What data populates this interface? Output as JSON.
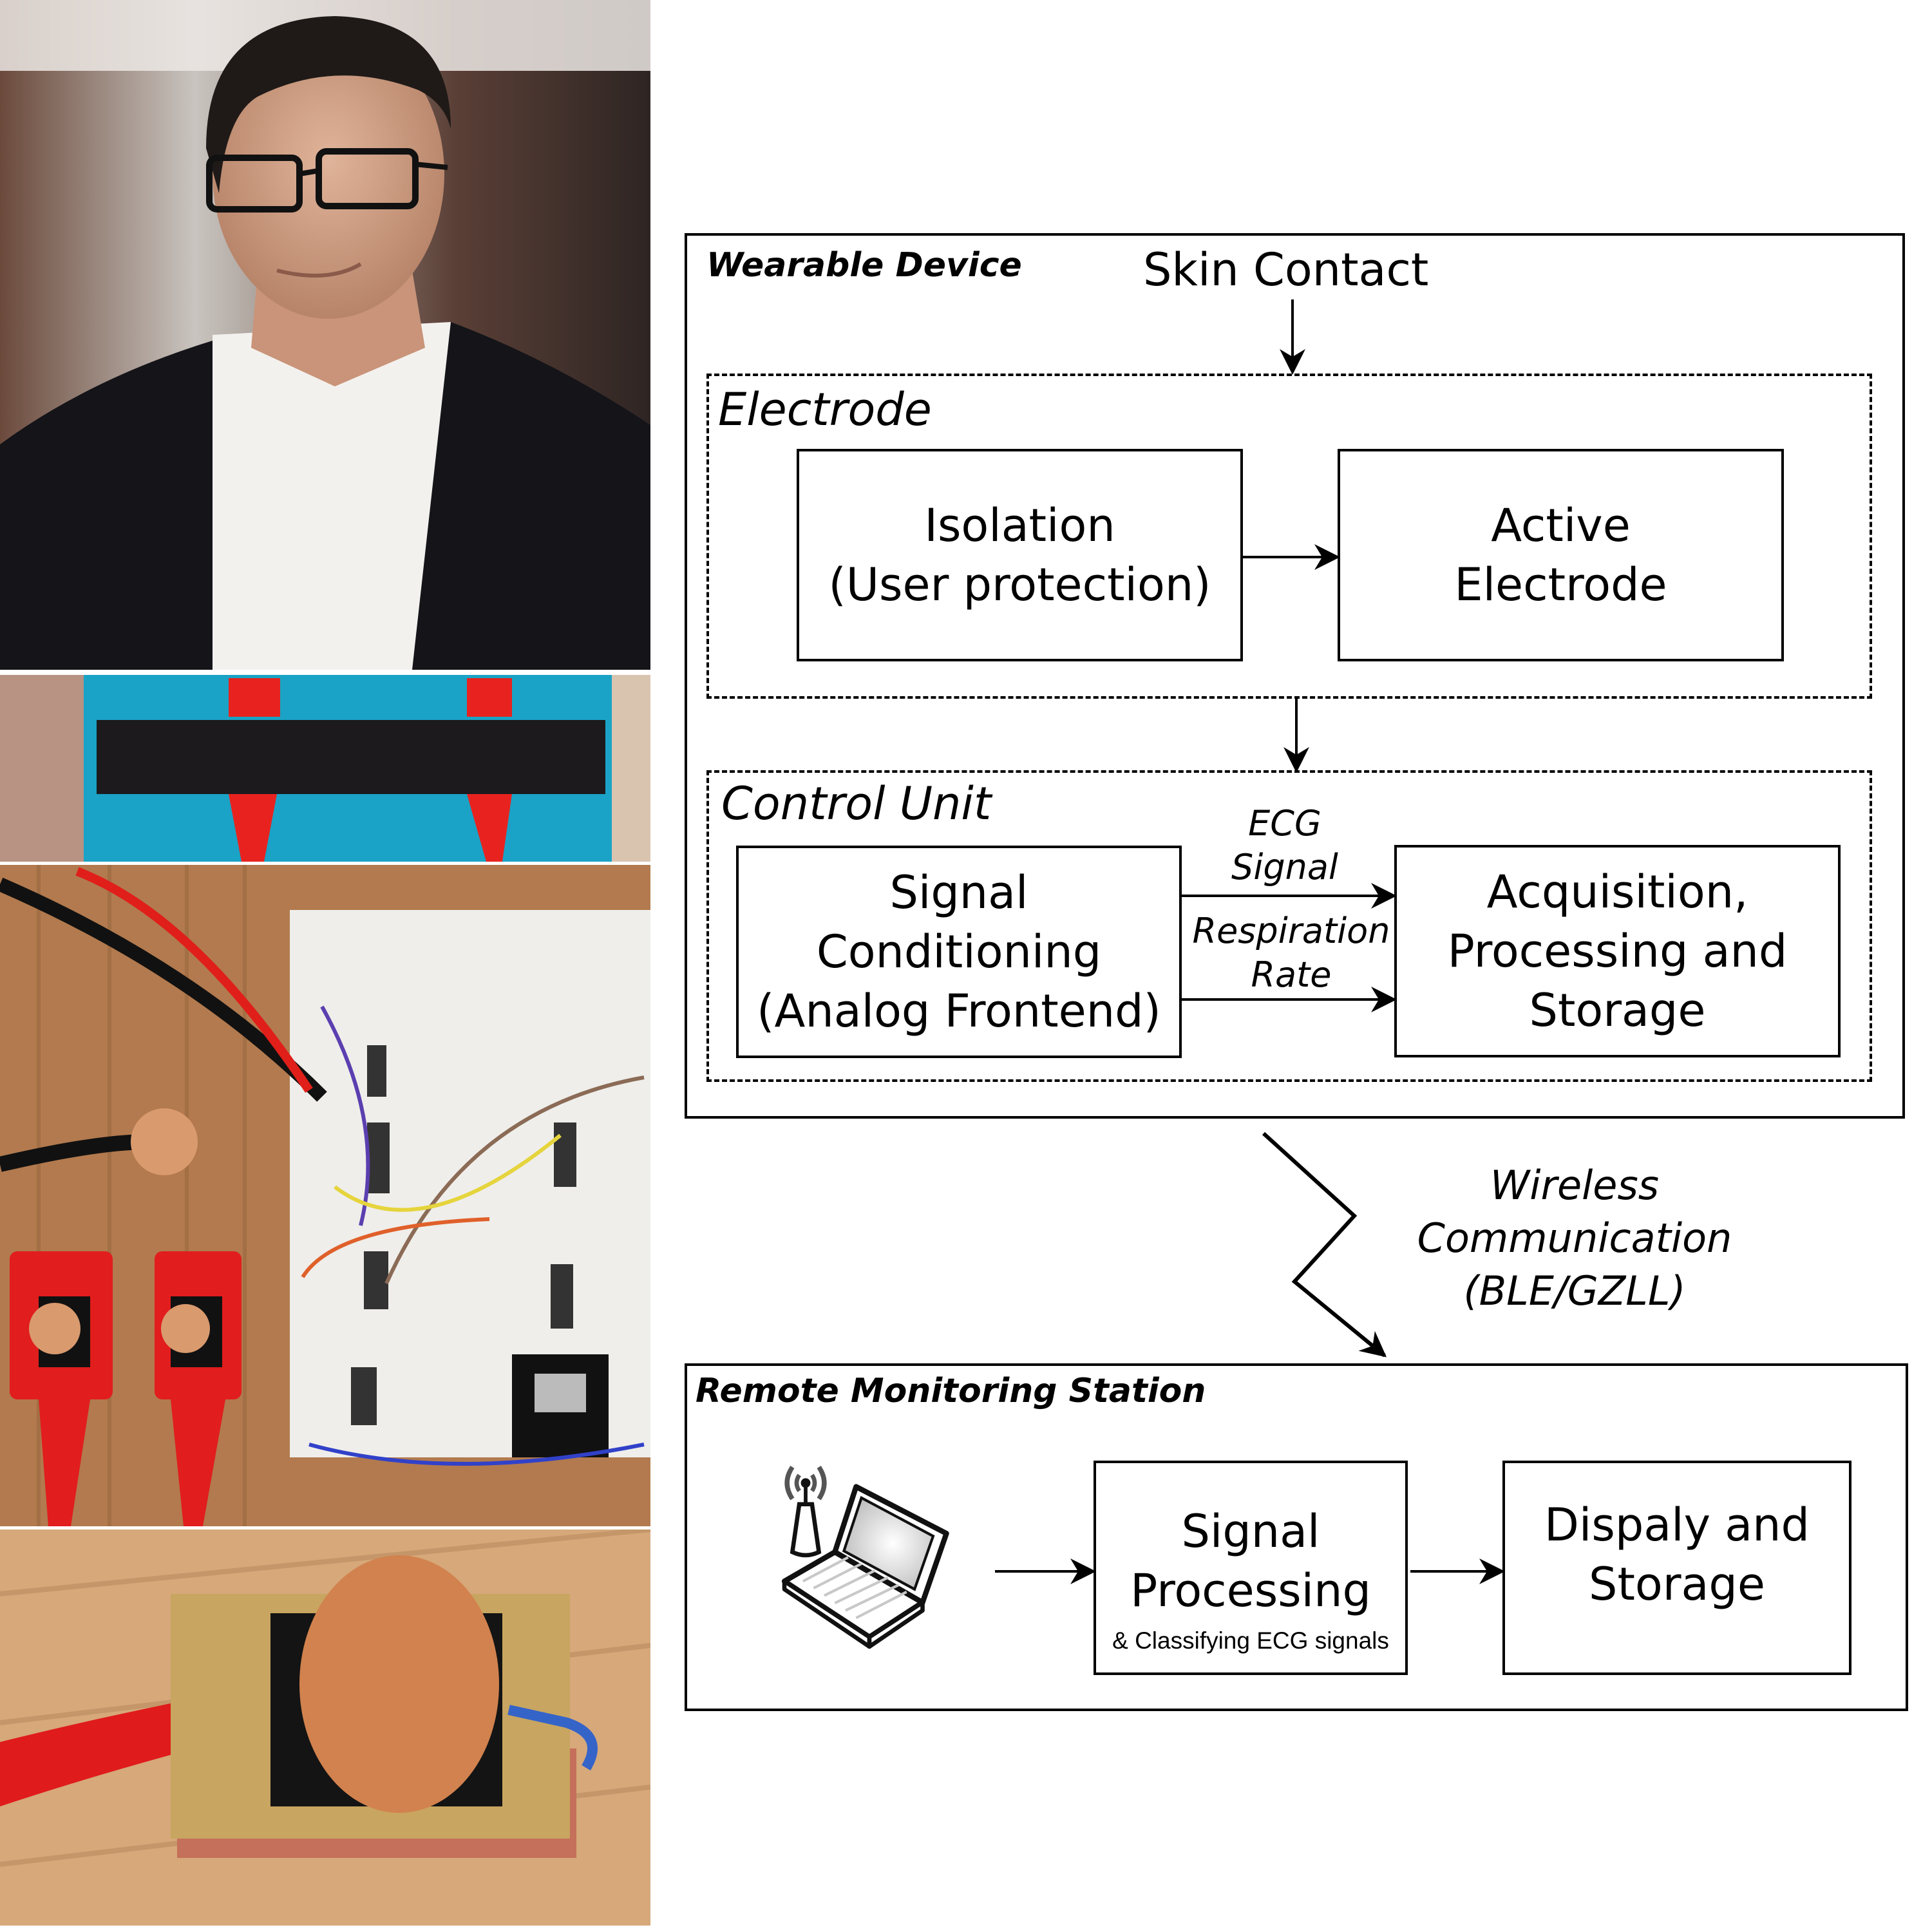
{
  "photos": [
    {
      "id": "portrait",
      "description": "Portrait of a man with glasses in a dark blazer and white shirt"
    },
    {
      "id": "chest-strap",
      "description": "Black chest strap with two red-taped electrodes worn over a teal shirt"
    },
    {
      "id": "breadboard",
      "description": "Breadboard prototype circuit with copper disc electrodes and an RFduino module"
    },
    {
      "id": "active-electrode",
      "description": "Copper disc electrode mounted on foam and PCB with a red lead"
    }
  ],
  "diagram": {
    "wearable": {
      "title": "Wearable Device",
      "input_label": "Skin Contact",
      "electrode_group": {
        "title": "Electrode",
        "blocks": [
          {
            "lines": [
              "Isolation",
              "(User protection)"
            ]
          },
          {
            "lines": [
              "Active",
              "Electrode"
            ]
          }
        ]
      },
      "control_group": {
        "title": "Control Unit",
        "blocks": [
          {
            "lines": [
              "Signal",
              "Conditioning",
              "(Analog Frontend)"
            ]
          },
          {
            "lines": [
              "Acquisition,",
              "Processing and",
              "Storage"
            ]
          }
        ],
        "signals": [
          {
            "lines": [
              "ECG",
              "Signal"
            ]
          },
          {
            "lines": [
              "Respiration",
              "Rate"
            ]
          }
        ]
      }
    },
    "wireless": {
      "lines": [
        "Wireless",
        "Communication",
        "(BLE/GZLL)"
      ]
    },
    "remote": {
      "title": "Remote Monitoring Station",
      "icon": "laptop-with-antenna-icon",
      "blocks": [
        {
          "lines": [
            "Signal",
            "Processing"
          ],
          "note": "& Classifying ECG signals"
        },
        {
          "lines": [
            "Dispaly and",
            "Storage"
          ]
        }
      ]
    }
  }
}
